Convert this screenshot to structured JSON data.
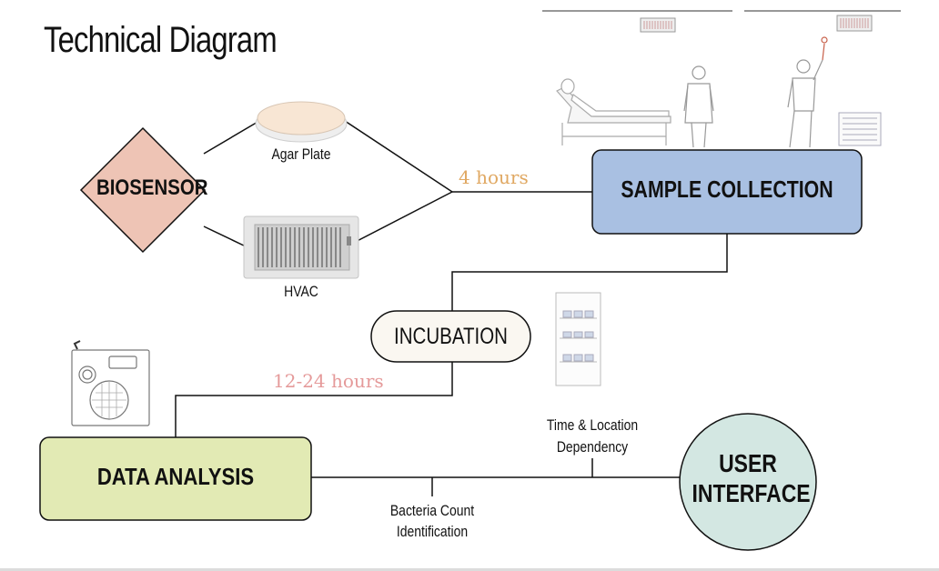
{
  "title": "Technical Diagram",
  "nodes": {
    "biosensor": "BIOSENSOR",
    "sample_collection": "SAMPLE COLLECTION",
    "incubation": "INCUBATION",
    "data_analysis": "DATA ANALYSIS",
    "user_interface_line1": "USER",
    "user_interface_line2": "INTERFACE"
  },
  "labels": {
    "agar_plate": "Agar Plate",
    "hvac": "HVAC",
    "bacteria_line1": "Bacteria Count",
    "bacteria_line2": "Identification",
    "time_loc_line1": "Time & Location",
    "time_loc_line2": "Dependency"
  },
  "durations": {
    "four_hours": "4 hours",
    "twelve_hours": "12-24 hours"
  },
  "colors": {
    "biosensor_fill": "#eec4b5",
    "sample_fill": "#a9c0e2",
    "incubation_fill": "#faf7f1",
    "data_fill": "#e2eab4",
    "ui_fill": "#d3e7e2",
    "four_hours_color": "#e0a862",
    "twelve_hours_color": "#e59a9a"
  },
  "icons": [
    "agar-plate-icon",
    "hvac-vent-icon",
    "patient-bed-icon",
    "doctor-icon",
    "technician-icon",
    "ceiling-vent-icon",
    "wall-vent-icon",
    "incubator-cabinet-icon",
    "colony-counter-icon"
  ]
}
